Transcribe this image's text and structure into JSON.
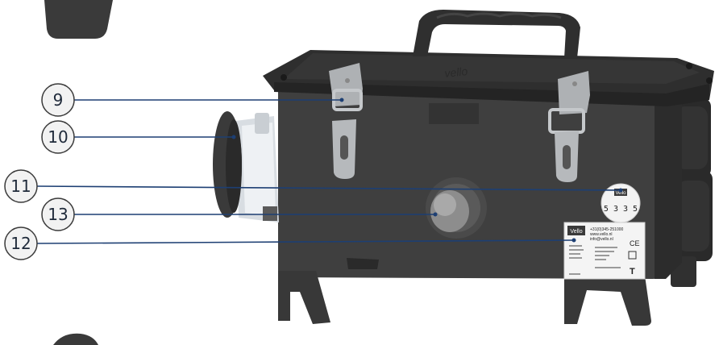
{
  "colors": {
    "housing": "#3c3c3c",
    "housing_dark": "#262626",
    "housing_light": "#4d4d4d",
    "steel": "#b9bcbf",
    "plug_white": "#e9ecef",
    "callout_line": "#1d3f73",
    "callout_circle_stroke": "#3a3a3a",
    "callout_circle_fill": "#f2f2f2"
  },
  "callouts": [
    {
      "id": "9",
      "label": "9"
    },
    {
      "id": "10",
      "label": "10"
    },
    {
      "id": "11",
      "label": "11"
    },
    {
      "id": "13",
      "label": "13"
    },
    {
      "id": "12",
      "label": "12"
    }
  ],
  "brand": {
    "lid_logo": "vello"
  },
  "stamp": {
    "logo": "Vello",
    "number": "5 3 3 5"
  },
  "rating_label": {
    "logo": "Vello",
    "line1": "+31(0)345-251000",
    "line2": "www.vello.nl",
    "line3": "info@vello.nl",
    "ce_mark": "CE",
    "t_mark": "T"
  }
}
